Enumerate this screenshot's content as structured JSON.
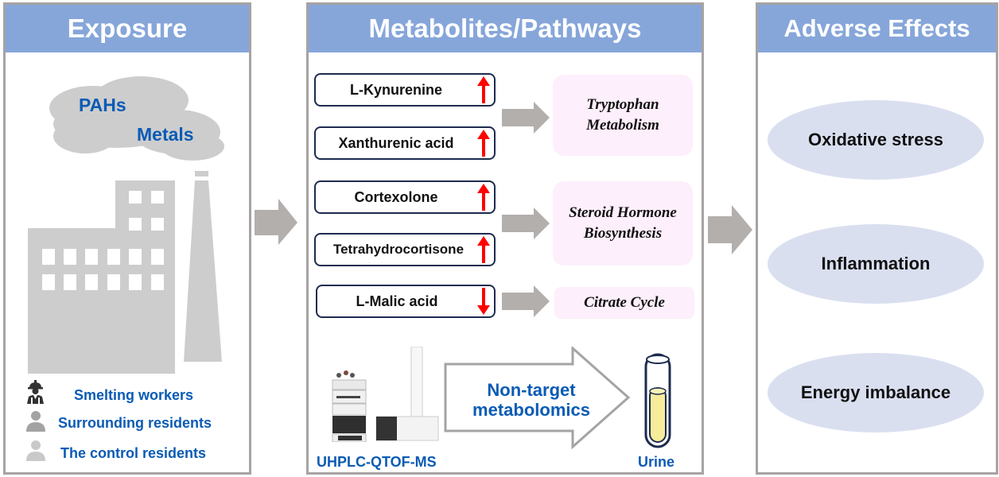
{
  "panels": {
    "exposure": {
      "title": "Exposure",
      "cloud": {
        "labels": [
          "PAHs",
          "Metals"
        ]
      },
      "illustration": "factory-with-chimney",
      "groups": [
        {
          "icon": "worker-icon",
          "label": "Smelting workers"
        },
        {
          "icon": "person-icon",
          "label": "Surrounding residents"
        },
        {
          "icon": "person-icon",
          "label": "The control residents"
        }
      ]
    },
    "metabolites": {
      "title": "Metabolites/Pathways",
      "groups": [
        {
          "metabolites": [
            {
              "name": "L-Kynurenine",
              "direction": "up"
            },
            {
              "name": "Xanthurenic acid",
              "direction": "up"
            }
          ],
          "pathway": [
            "Tryptophan",
            "Metabolism"
          ]
        },
        {
          "metabolites": [
            {
              "name": "Cortexolone",
              "direction": "up"
            },
            {
              "name": "Tetrahydrocortisone",
              "direction": "up"
            }
          ],
          "pathway": [
            "Steroid Hormone",
            "Biosynthesis"
          ]
        },
        {
          "metabolites": [
            {
              "name": "L-Malic acid",
              "direction": "down"
            }
          ],
          "pathway": [
            "Citrate Cycle"
          ]
        }
      ],
      "method": {
        "instrument_label": "UHPLC-QTOF-MS",
        "arrow_text": [
          "Non-target",
          "metabolomics"
        ],
        "sample_label": "Urine"
      }
    },
    "effects": {
      "title": "Adverse Effects",
      "items": [
        "Oxidative stress",
        "Inflammation",
        "Energy imbalance"
      ]
    }
  },
  "colors": {
    "header": "#86a6da",
    "accent_text": "#0a5bb4",
    "up_down_arrow": "#ff0000",
    "flow_arrow": "#b3afad",
    "pathway_bg": "#fdeffb",
    "effect_bg": "#dadff0",
    "panel_border": "#a6a3a2"
  }
}
